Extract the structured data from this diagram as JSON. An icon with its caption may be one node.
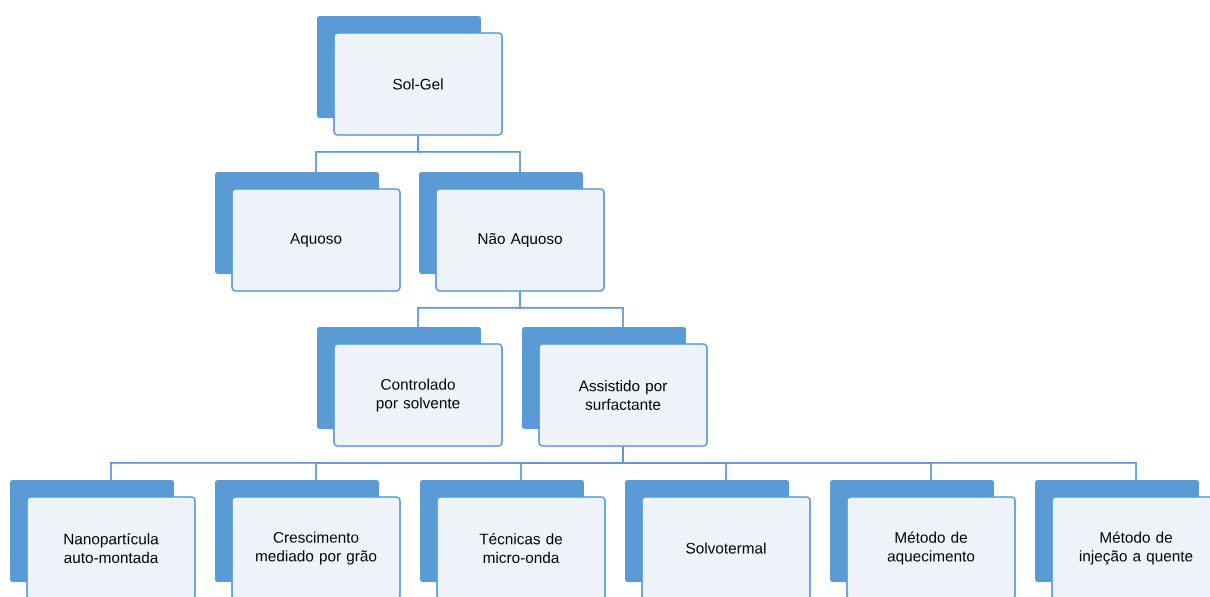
{
  "diagram": {
    "nodes": [
      {
        "text": [
          "Sol-Gel"
        ]
      },
      {
        "text": [
          "Aquoso"
        ]
      },
      {
        "text": [
          "Não Aquoso"
        ]
      },
      {
        "text": [
          "Controlado por solvente"
        ]
      },
      {
        "text": [
          "Assistido por surfactante"
        ]
      },
      {
        "text": [
          "Nanopartícula auto-montada"
        ]
      },
      {
        "text": [
          "Crescimento mediado por grão"
        ]
      },
      {
        "text": [
          "Técnicas de micro-onda"
        ]
      },
      {
        "text": [
          "Solvotermal"
        ]
      },
      {
        "text": [
          "Método de aquecimento"
        ]
      },
      {
        "text": [
          "Método de injeção a quente"
        ]
      }
    ],
    "edges": [
      {
        "from": 0,
        "to": 1,
        "arrow": "none"
      },
      {
        "from": 0,
        "to": 2,
        "arrow": "none"
      },
      {
        "from": 2,
        "to": 3,
        "arrow": "none"
      },
      {
        "from": 2,
        "to": 4,
        "arrow": "none"
      },
      {
        "from": 4,
        "to": 5,
        "arrow": "none"
      },
      {
        "from": 4,
        "to": 6,
        "arrow": "none"
      },
      {
        "from": 4,
        "to": 7,
        "arrow": "none"
      },
      {
        "from": 4,
        "to": 8,
        "arrow": "none"
      },
      {
        "from": 4,
        "to": 9,
        "arrow": "none"
      },
      {
        "from": 4,
        "to": 10,
        "arrow": "none"
      }
    ]
  }
}
